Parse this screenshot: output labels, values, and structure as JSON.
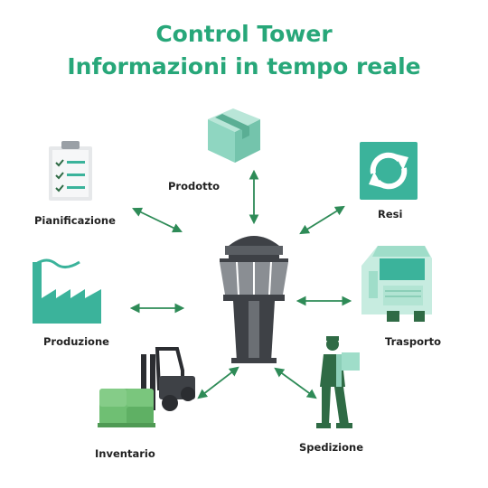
{
  "title": {
    "line1": "Control Tower",
    "line2": "Informazioni in tempo reale"
  },
  "nodes": {
    "prodotto": "Prodotto",
    "resi": "Resi",
    "pianificazione": "Pianificazione",
    "produzione": "Produzione",
    "trasporto": "Trasporto",
    "inventario": "Inventario",
    "spedizione": "Spedizione"
  },
  "colors": {
    "title_green": "#27a779",
    "mint": "#8fd6c1",
    "teal": "#3bb39b",
    "dark_green": "#2f6b45",
    "leaf_green": "#6fbf73",
    "tower_dark": "#3e4146",
    "arrow_green": "#2e8b57"
  },
  "icons": {
    "center": "control-tower-icon",
    "prodotto": "box-icon",
    "resi": "refresh-icon",
    "pianificazione": "clipboard-checklist-icon",
    "produzione": "factory-icon",
    "trasporto": "truck-icon",
    "inventario": "forklift-icon",
    "spedizione": "delivery-worker-icon"
  }
}
